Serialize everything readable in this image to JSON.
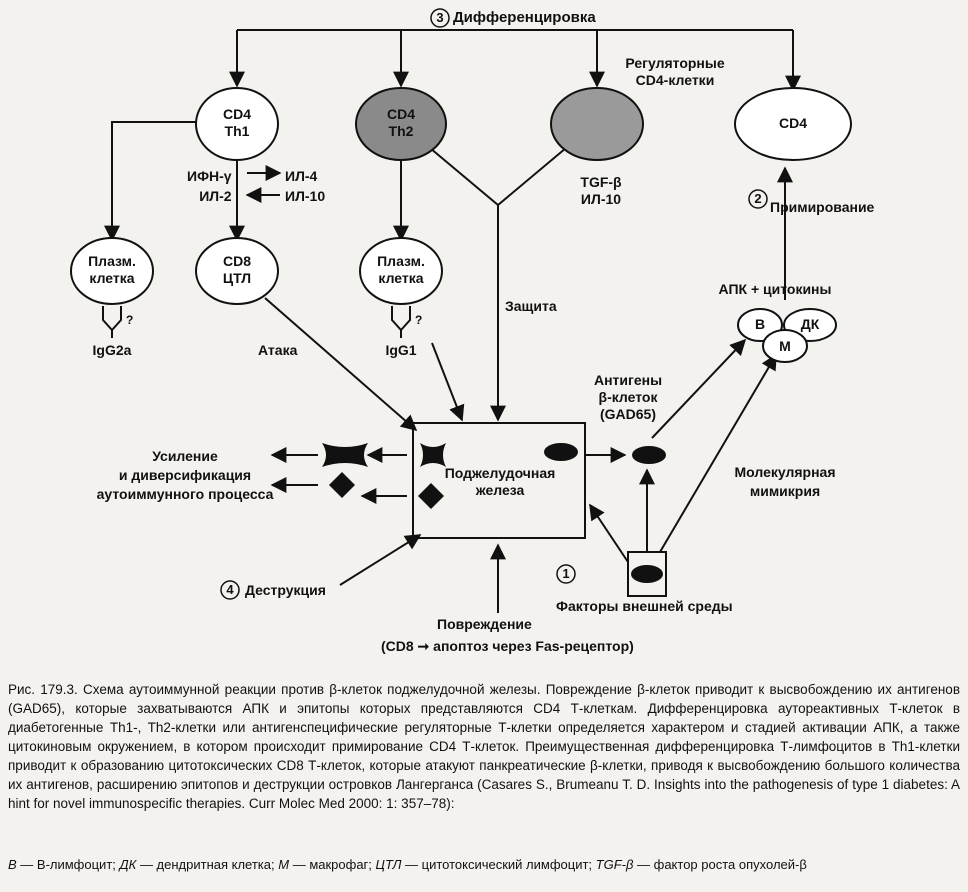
{
  "diagram": {
    "diff_num": "3",
    "diff_title": "Дифференцировка",
    "regulatory_label": "Регуляторные\nCD4-клетки",
    "cd4_th1": "CD4\nTh1",
    "cd4_th2": "CD4\nTh2",
    "cd4_reg": "CD4",
    "cytokines_th1_left": "ИФН-γ\nИЛ-2",
    "cytokines_th1_right": "ИЛ-4\nИЛ-10",
    "tgf": "TGF-β\nИЛ-10",
    "priming_num": "2",
    "priming": "Примирование",
    "plasma1": "Плазм.\nклетка",
    "cd8": "CD8\nЦТЛ",
    "plasma2": "Плазм.\nклетка",
    "q1": "?",
    "q2": "?",
    "igg2a": "IgG2a",
    "igg1": "IgG1",
    "attack": "Атака",
    "protection": "Защита",
    "apc_cytokines": "АПК + цитокины",
    "cell_b": "В",
    "cell_dk": "ДК",
    "cell_m": "М",
    "antigens": "Антигены\nβ-клеток\n(GAD65)",
    "pancreas": "Поджелудочная\nжелеза",
    "amplification": "Усиление\nи диверсификация\nаутоиммунного процесса",
    "mimicry": "Молекулярная\nмимикрия",
    "destruction_num": "4",
    "destruction": "Деструкция",
    "env_num": "1",
    "env_factors": "Факторы внешней среды",
    "damage": "Повреждение",
    "damage_detail": "(CD8 ➞ апоптоз через Fas-рецептор)"
  },
  "caption": {
    "text": "Рис. 179.3. Схема аутоиммунной реакции против β-клеток поджелудочной железы. Повреждение β-клеток приводит к высвобождению их антигенов (GAD65), которые захватываются АПК и эпитопы которых представляются CD4 Т-клеткам. Дифференцировка аутореактивных Т-клеток в диабетогенные Th1-, Th2-клетки или антигенспецифические регуляторные Т-клетки определяется характером и стадией активации АПК, а также цитокиновым окружением, в котором происходит примирование CD4 Т-клеток. Преимущественная дифференцировка Т-лимфоцитов в Th1-клетки приводит к образованию цитотоксических CD8 Т-клеток, которые атакуют панкреатические β-клетки, приводя к высвобождению большого количества их антигенов, расширению эпитопов и деструкции островков Лангерганса (Casares S., Brumeanu T. D. Insights into the pathogenesis of type 1 diabetes: A hint for novel immunospecific therapies. Curr Molec Med 2000: 1: 357–78):"
  },
  "legend": {
    "b_abbr": "В",
    "b_def": " — В-лимфоцит; ",
    "dk_abbr": "ДК",
    "dk_def": " — дендритная клетка; ",
    "m_abbr": "М",
    "m_def": " — макрофаг; ",
    "ctl_abbr": "ЦТЛ",
    "ctl_def": " — цитотоксический лимфоцит; ",
    "tgf_abbr": "TGF-β",
    "tgf_def": " — фактор роста опухолей-β"
  },
  "colors": {
    "ink": "#111111",
    "th2_fill": "#8a8a8a",
    "reg_fill": "#9a9a9a",
    "paper": "#f4f2ee"
  }
}
